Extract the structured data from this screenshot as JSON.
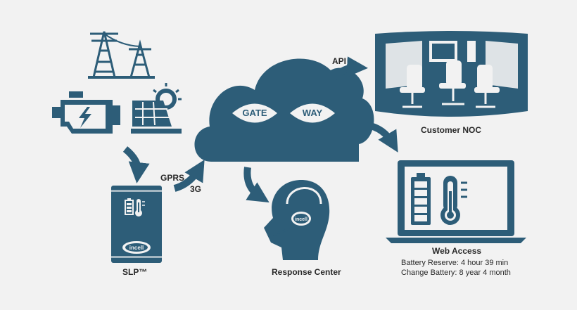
{
  "colors": {
    "primary": "#2d5d78",
    "background": "#f2f2f2",
    "text": "#2a2a2a"
  },
  "gateway": {
    "left_word": "GATE",
    "right_word": "WAY"
  },
  "links": {
    "api": "API",
    "gprs": "GPRS",
    "three_g": "3G"
  },
  "nodes": {
    "slp": {
      "label": "SLP™",
      "brand": "incell"
    },
    "response_center": {
      "label": "Response Center",
      "brand": "incell"
    },
    "customer_noc": {
      "label": "Customer NOC"
    },
    "web_access": {
      "label": "Web Access",
      "battery_reserve": "Battery Reserve: 4 hour 39 min",
      "change_battery": "Change Battery: 8 year 4 month"
    }
  },
  "icons": [
    "power-tower-icon",
    "engine-icon",
    "solar-panel-icon",
    "battery-icon",
    "thermometer-icon",
    "headset-icon",
    "office-chairs-icon"
  ]
}
